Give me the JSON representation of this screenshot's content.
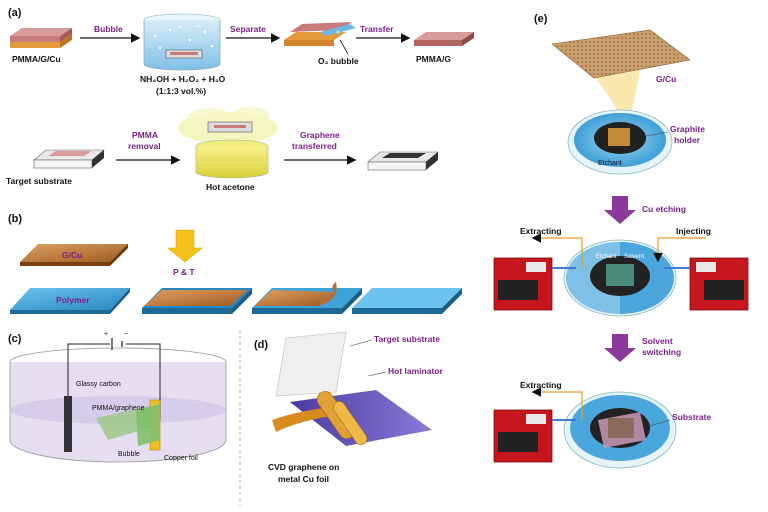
{
  "panels": {
    "a": {
      "label": "(a)",
      "step1": "Bubble",
      "step2": "Separate",
      "step3": "Transfer",
      "start": "PMMA/G/Cu",
      "solution_line1": "NH₄OH + H₂O₂ + H₂O",
      "solution_line2": "(1:1:3 vol.%)",
      "o2": "O₂ bubble",
      "end": "PMMA/G",
      "pmma_removal_1": "PMMA",
      "pmma_removal_2": "removal",
      "graphene_transferred_1": "Graphene",
      "graphene_transferred_2": "transferred",
      "target": "Target substrate",
      "hot_acetone": "Hot acetone"
    },
    "b": {
      "label": "(b)",
      "gcu": "G/Cu",
      "polymer": "Polymer",
      "pt": "P & T"
    },
    "c": {
      "label": "(c)",
      "glassy_carbon": "Glassy carbon",
      "pmma_graphene": "PMMA/graphene",
      "bubble": "Bubble",
      "copper_foil": "Copper foil",
      "plus": "+",
      "minus": "−"
    },
    "d": {
      "label": "(d)",
      "target": "Target substrate",
      "laminator": "Hot laminator",
      "cvd_1": "CVD graphene on",
      "cvd_2": "metal Cu foil"
    },
    "e": {
      "label": "(e)",
      "gcu": "G/Cu",
      "holder_1": "Graphite",
      "holder_2": "holder",
      "etchant": "Etchant",
      "cu_etching": "Cu etching",
      "extracting": "Extracting",
      "injecting": "Injecting",
      "etchant2": "Etchant",
      "solvent": "Solvent",
      "switching_1": "Solvent",
      "switching_2": "switching",
      "extracting2": "Extracting",
      "substrate": "Substrate"
    }
  },
  "colors": {
    "label_purple": "#7a1f8a",
    "arrow_purple": "#8b3a9c",
    "copper": "#c07a3c",
    "pink_pmma": "#c98a8a",
    "polymer_blue": "#3fa3d8",
    "pump_red": "#c4161c",
    "water_blue": "#5fb6e3",
    "yellow": "#f4c21a"
  }
}
